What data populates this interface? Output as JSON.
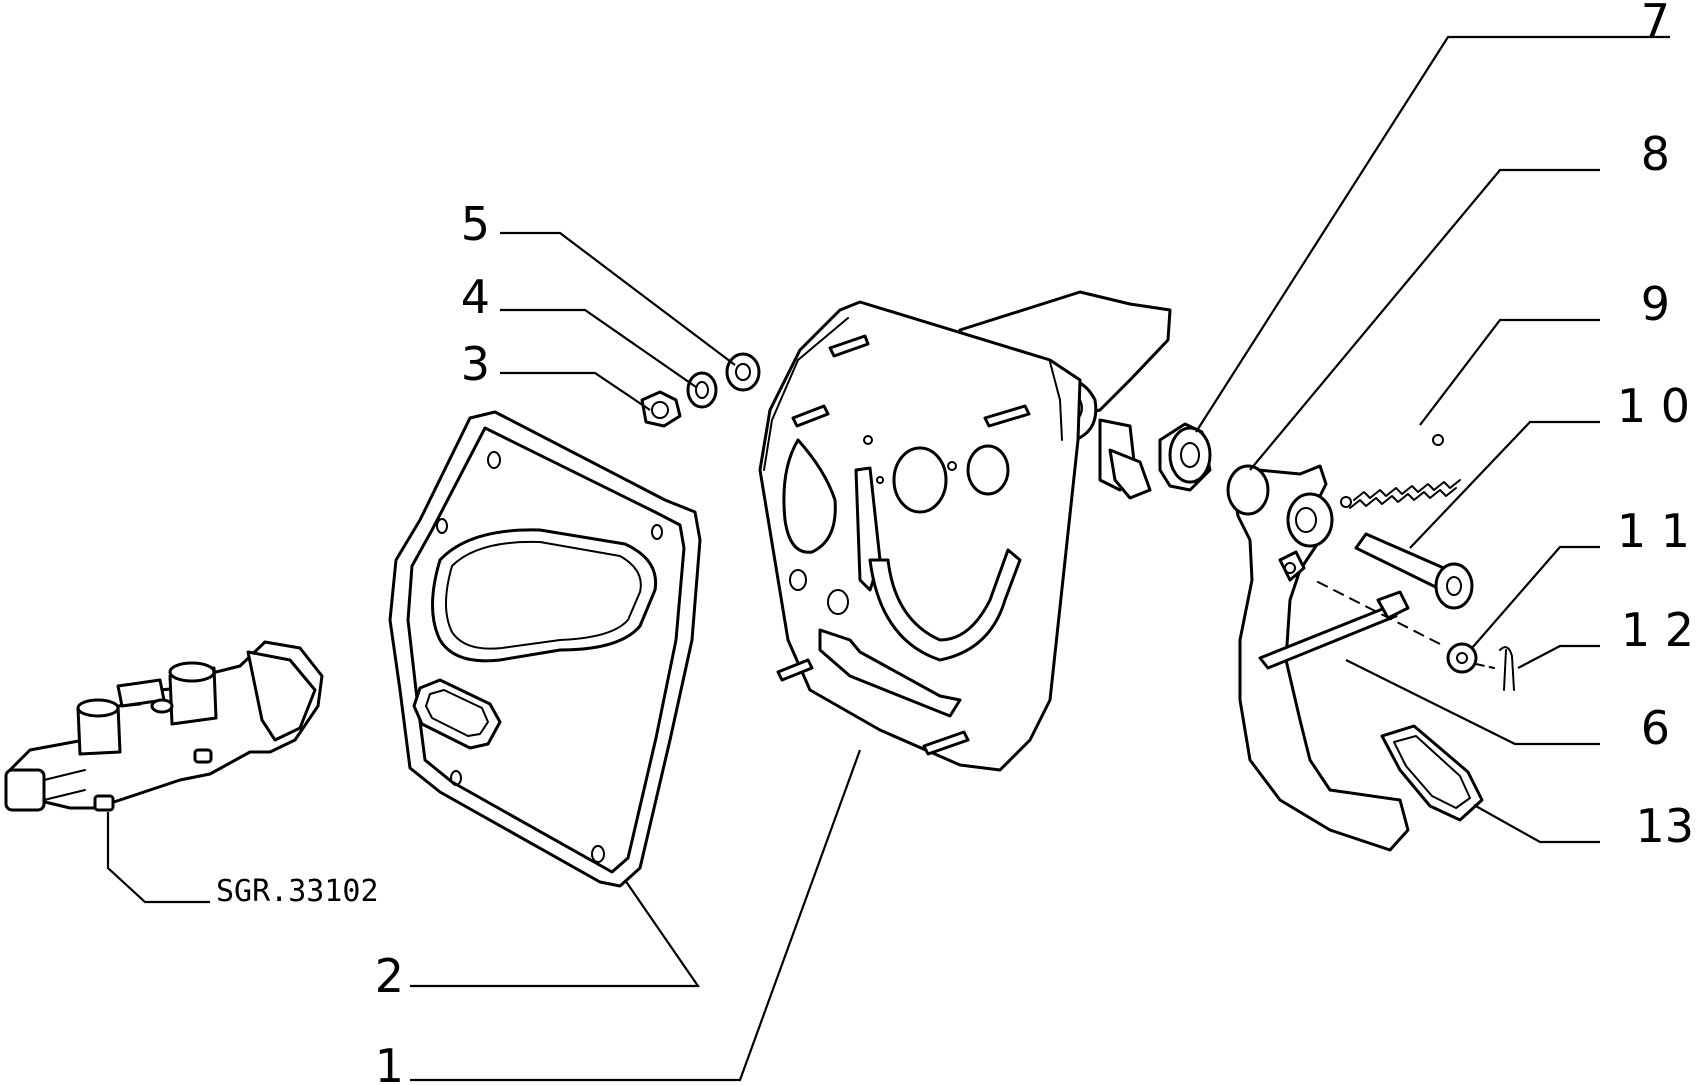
{
  "labels": {
    "l1": "1",
    "l2": "2",
    "l3": "3",
    "l4": "4",
    "l5": "5",
    "l6": "6",
    "l7": "7",
    "l8": "8",
    "l9": "9",
    "l10": "1 0",
    "l11": "1 1",
    "l12": "1 2",
    "l13": "13",
    "ref": "SGR.33102"
  }
}
